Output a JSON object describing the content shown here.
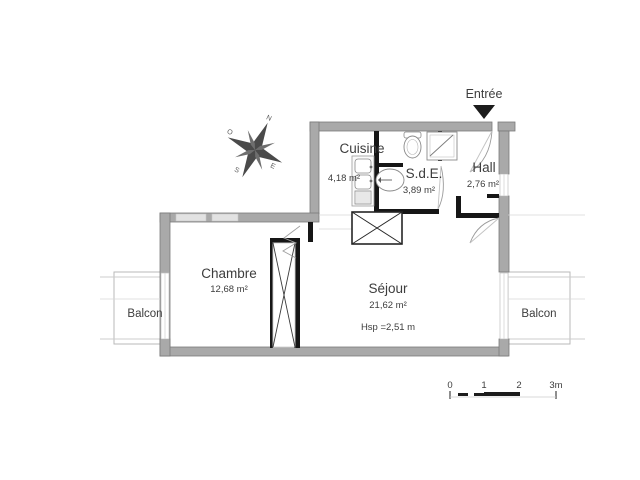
{
  "plan": {
    "title_entree": "Entrée",
    "rooms": [
      {
        "key": "cuisine",
        "name": "Cuisine",
        "area": "4,18 m²"
      },
      {
        "key": "sde",
        "name": "S.d.E.",
        "area": "3,89 m²"
      },
      {
        "key": "hall",
        "name": "Hall",
        "area": "2,76 m²"
      },
      {
        "key": "chambre",
        "name": "Chambre",
        "area": "12,68 m²"
      },
      {
        "key": "sejour",
        "name": "Séjour",
        "area": "21,62 m²",
        "note": "Hsp =2,51 m"
      }
    ],
    "balconies": [
      {
        "key": "balcon-left",
        "name": "Balcon"
      },
      {
        "key": "balcon-right",
        "name": "Balcon"
      }
    ],
    "compass": {
      "north": "N",
      "east": "E",
      "south": "S",
      "west": "O"
    },
    "scale_bar": {
      "ticks": [
        "0",
        "1",
        "2",
        "3m"
      ]
    },
    "colors": {
      "wall_fill": "#a8a8a8",
      "wall_stroke": "#6e6e6e",
      "partition": "#1c1c1c",
      "fixture_stroke": "#7d7d7d",
      "text": "#3d3d3d",
      "background": "#ffffff",
      "balcony_stroke": "#b5b5b5"
    }
  }
}
